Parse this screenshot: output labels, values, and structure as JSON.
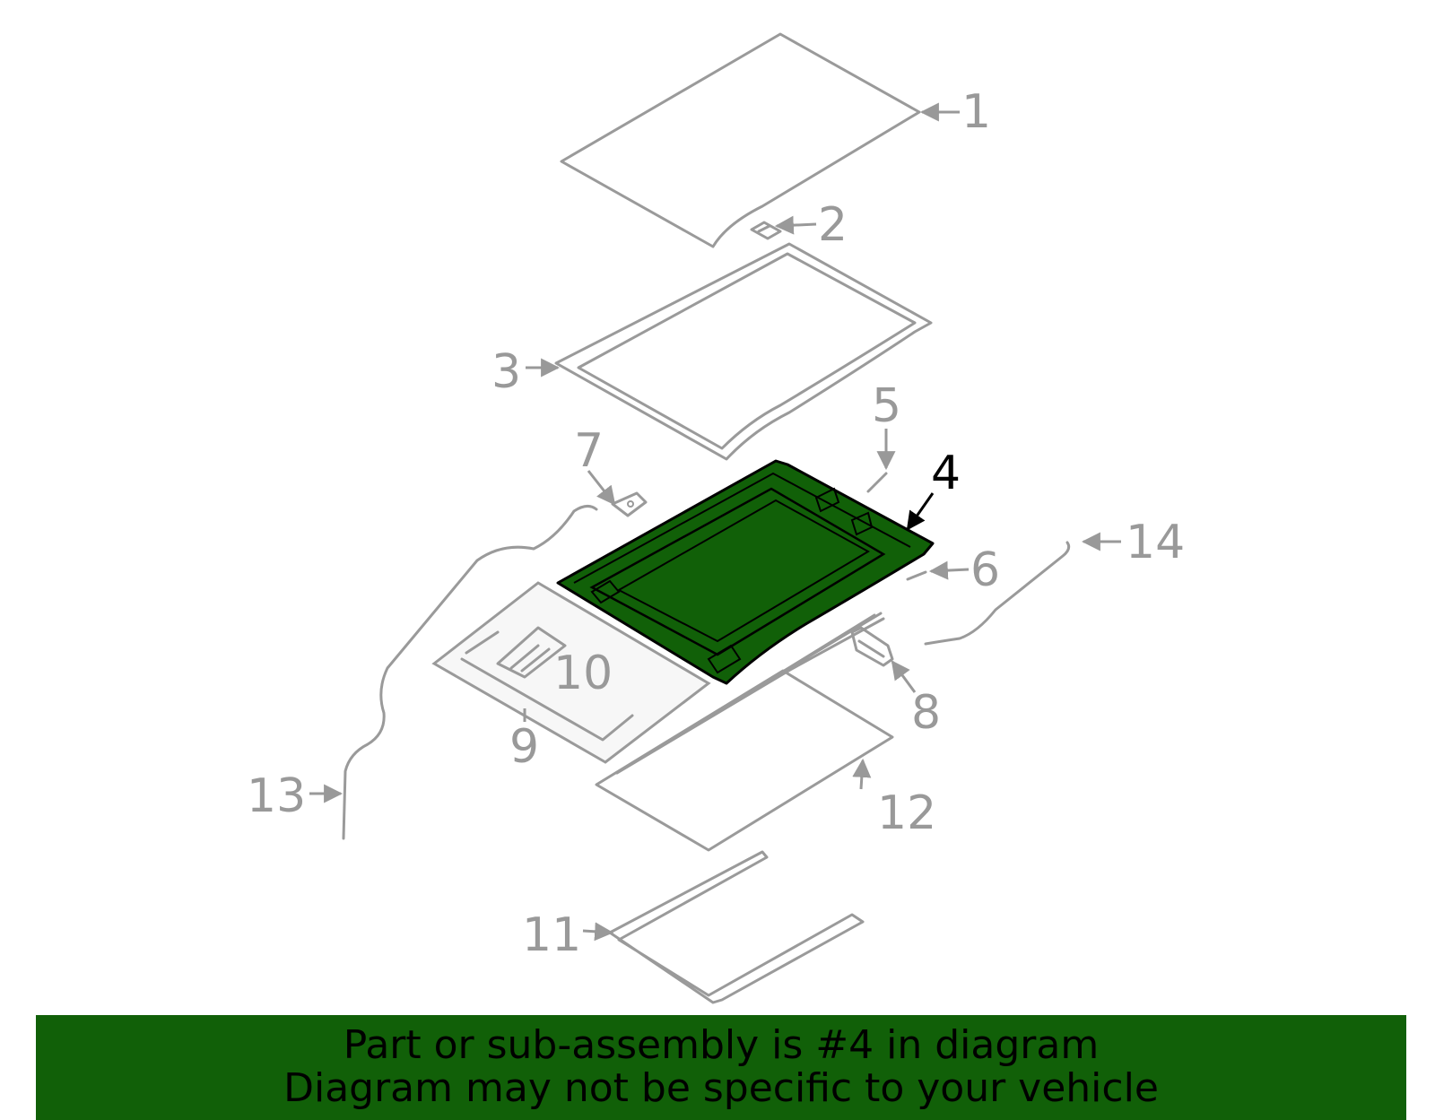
{
  "diagram": {
    "highlight_color": "#116008",
    "part_stroke_color": "#9a9a9a",
    "selected_part": "4",
    "callouts": [
      "1",
      "2",
      "3",
      "4",
      "5",
      "6",
      "7",
      "8",
      "9",
      "10",
      "11",
      "12",
      "13",
      "14"
    ]
  },
  "footer": {
    "line1": "Part or sub-assembly is #4 in diagram",
    "line2": "Diagram may not be specific to your vehicle",
    "background": "#116008"
  }
}
